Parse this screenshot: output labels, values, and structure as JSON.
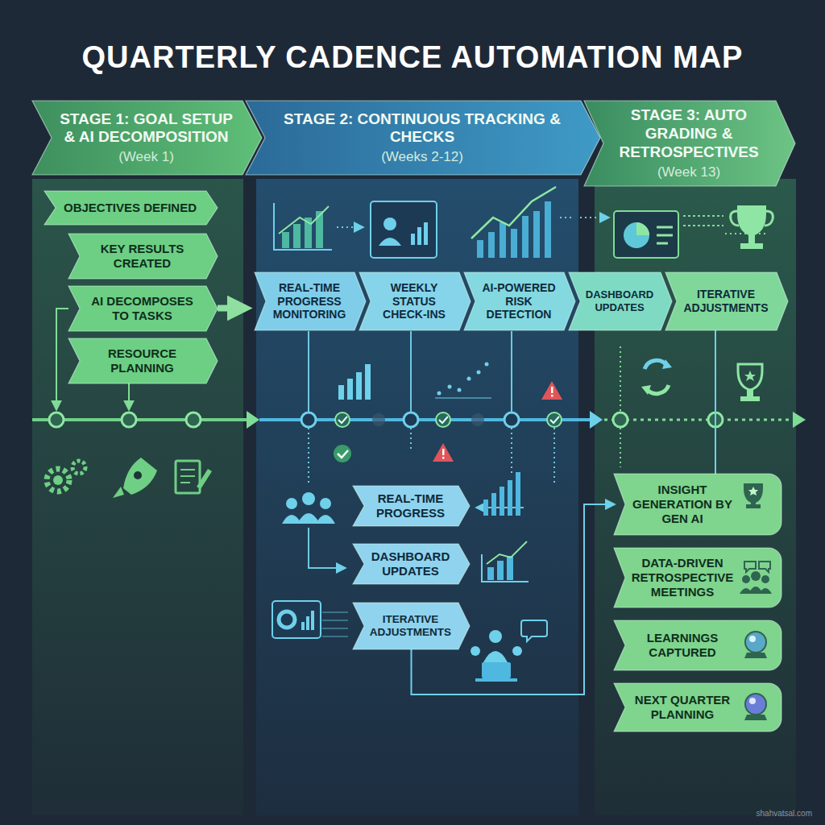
{
  "diagram": {
    "title": "QUARTERLY CADENCE AUTOMATION MAP",
    "nodes": [
      {
        "text": [
          "STAGE 1: GOAL SETUP & AI DECOMPOSITION",
          "(Week 1)"
        ]
      },
      {
        "text": [
          "STAGE 2: CONTINUOUS TRACKING & CHECKS",
          "(Weeks 2-12)"
        ]
      },
      {
        "text": [
          "STAGE 3: AUTO GRADING & RETROSPECTIVES",
          "(Week 13)"
        ]
      },
      {
        "text": [
          "OBJECTIVES DEFINED"
        ]
      },
      {
        "text": [
          "KEY RESULTS CREATED"
        ]
      },
      {
        "text": [
          "AI DECOMPOSES TO TASKS"
        ]
      },
      {
        "text": [
          "RESOURCE PLANNING"
        ]
      },
      {
        "text": [
          "REAL-TIME PROGRESS MONITORING"
        ]
      },
      {
        "text": [
          "WEEKLY STATUS CHECK-INS"
        ]
      },
      {
        "text": [
          "AI-POWERED RISK DETECTION"
        ]
      },
      {
        "text": [
          "DASHBOARD UPDATES"
        ]
      },
      {
        "text": [
          "ITERATIVE ADJUSTMENTS"
        ]
      },
      {
        "text": [
          "REAL-TIME PROGRESS"
        ]
      },
      {
        "text": [
          "DASHBOARD UPDATES"
        ]
      },
      {
        "text": [
          "ITERATIVE ADJUSTMENTS"
        ]
      },
      {
        "text": [
          "INSIGHT GENERATION BY GEN AI"
        ]
      },
      {
        "text": [
          "DATA-DRIVEN RETROSPECTIVE MEETINGS"
        ]
      },
      {
        "text": [
          "LEARNINGS CAPTURED"
        ]
      },
      {
        "text": [
          "NEXT QUARTER PLANNING"
        ]
      }
    ],
    "edges": [
      {
        "from": 5,
        "to": 7,
        "arrow": "to"
      },
      {
        "from": 11,
        "to": 15,
        "arrow": "none"
      },
      {
        "from": 14,
        "to": 15,
        "arrow": "to"
      }
    ],
    "labels": [
      "shahvatsal.com"
    ]
  }
}
